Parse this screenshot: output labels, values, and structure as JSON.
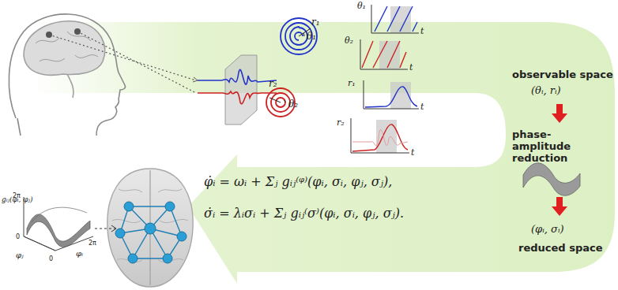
{
  "diagram": {
    "labels": [
      "r₁",
      "θ₁",
      "r₂",
      "θ₂",
      "θ₁",
      "t",
      "θ₂",
      "t",
      "r₁",
      "t",
      "r₂",
      "t",
      "observable space",
      "(θᵢ, rᵢ)",
      "phase-amplitude reduction",
      "φ̇ᵢ = ωᵢ + Σⱼ gᵢⱼ⁽ᵠ⁾(φᵢ, σᵢ, φⱼ, σⱼ),",
      "σ̇ᵢ = λᵢσᵢ + Σⱼ gᵢⱼ⁽σ⁾(φᵢ, σᵢ, φⱼ, σⱼ).",
      "(φᵢ, σᵢ)",
      "reduced space",
      "gᵢⱼ(φᵢ, φⱼ)",
      "φⱼ",
      "φᵢ",
      "0",
      "2π",
      "0",
      "2π"
    ]
  }
}
